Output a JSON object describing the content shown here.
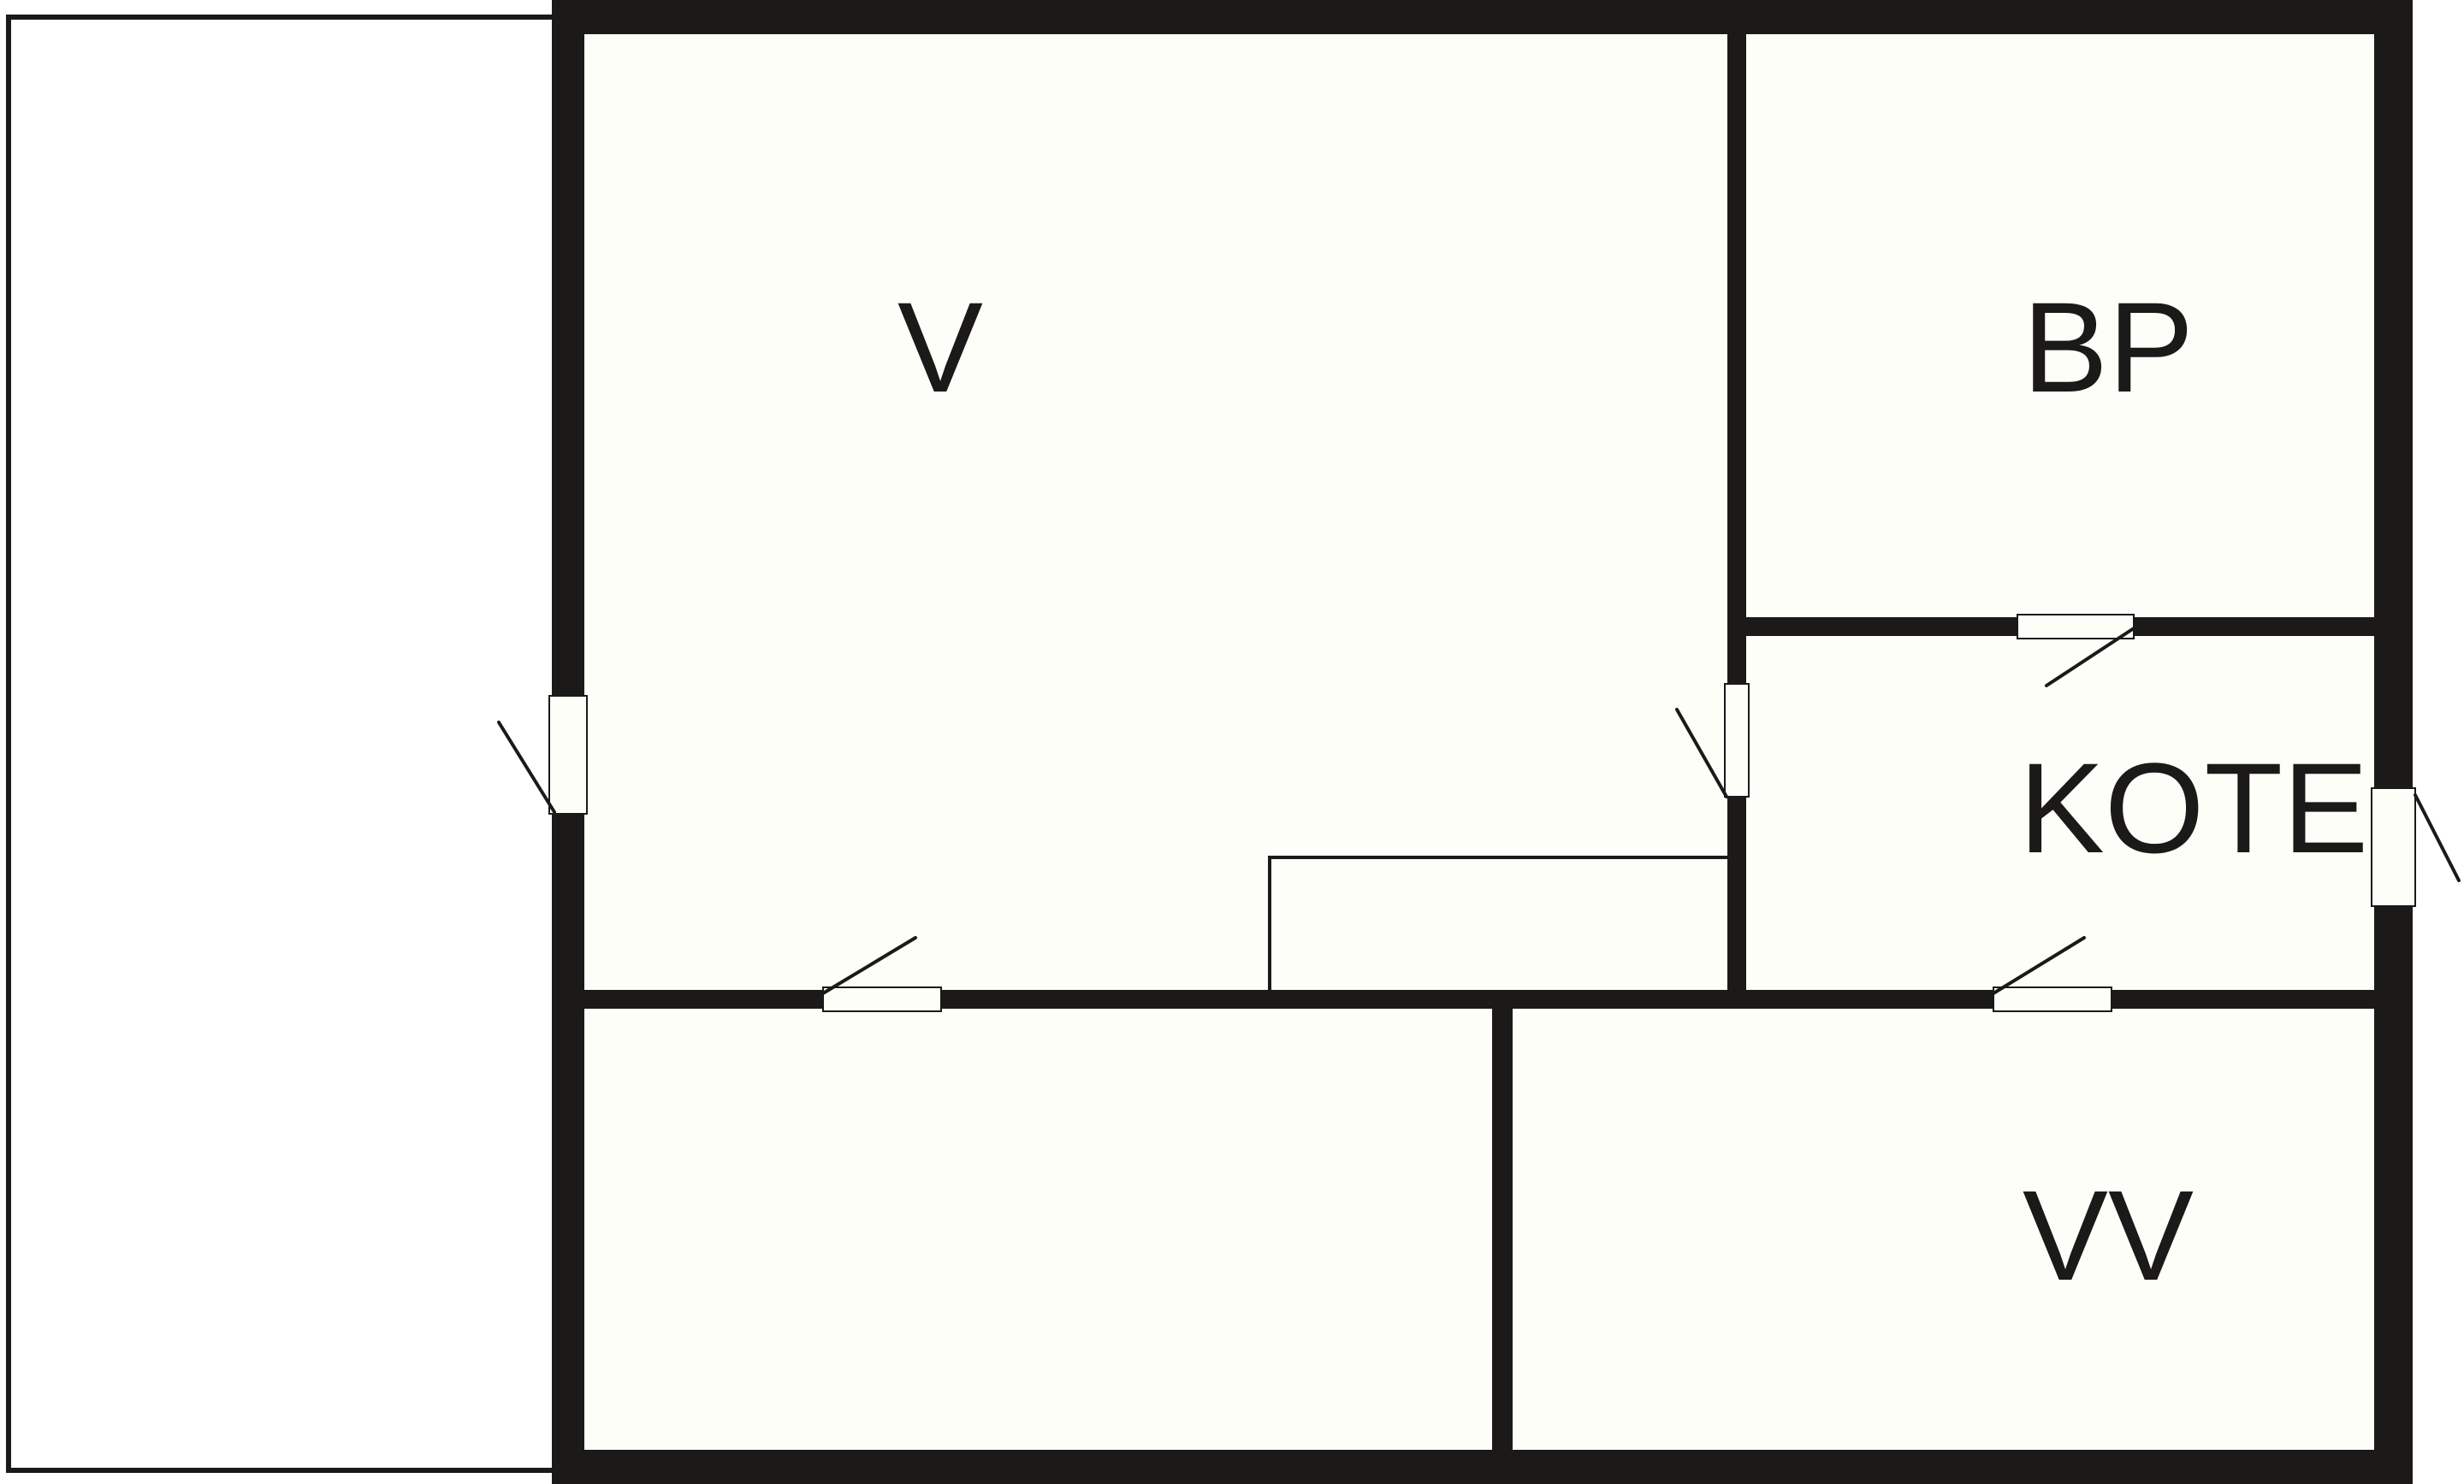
{
  "plan": {
    "rooms": [
      {
        "id": "living",
        "label": "V"
      },
      {
        "id": "bedroom",
        "label": "BP"
      },
      {
        "id": "hall",
        "label": "KOTE"
      },
      {
        "id": "lower-left",
        "label": ""
      },
      {
        "id": "bathroom",
        "label": "VV"
      },
      {
        "id": "terrace",
        "label": ""
      }
    ],
    "colors": {
      "wall": "#1b1a19",
      "floor": "#fefef8"
    }
  }
}
